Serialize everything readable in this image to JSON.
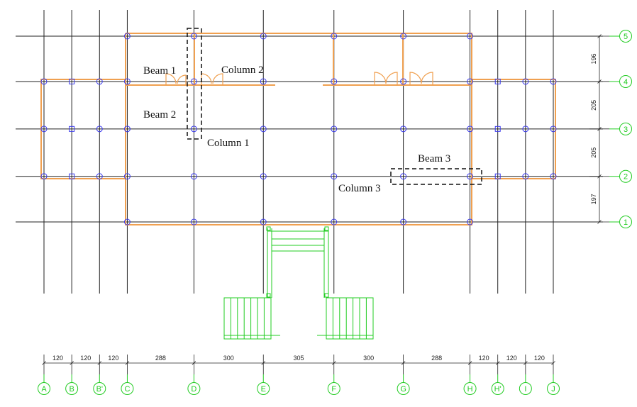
{
  "grid_x": [
    {
      "label": "A",
      "pos": 0
    },
    {
      "label": "B",
      "pos": 120
    },
    {
      "label": "B'",
      "pos": 240
    },
    {
      "label": "C",
      "pos": 360
    },
    {
      "label": "D",
      "pos": 648
    },
    {
      "label": "E",
      "pos": 948
    },
    {
      "label": "F",
      "pos": 1253
    },
    {
      "label": "G",
      "pos": 1553
    },
    {
      "label": "H",
      "pos": 1841
    },
    {
      "label": "H'",
      "pos": 1961
    },
    {
      "label": "I",
      "pos": 2081
    },
    {
      "label": "J",
      "pos": 2201
    }
  ],
  "grid_y": [
    {
      "label": "1",
      "pos": 0
    },
    {
      "label": "2",
      "pos": 197
    },
    {
      "label": "3",
      "pos": 402
    },
    {
      "label": "4",
      "pos": 607
    },
    {
      "label": "5",
      "pos": 803
    }
  ],
  "dims_x": [
    "120",
    "120",
    "120",
    "288",
    "300",
    "305",
    "300",
    "288",
    "120",
    "120",
    "120"
  ],
  "dims_y": [
    "197",
    "205",
    "205",
    "196"
  ],
  "annotations": {
    "beam1": "Beam 1",
    "beam2": "Beam 2",
    "beam3": "Beam 3",
    "column1": "Column 1",
    "column2": "Column 2",
    "column3": "Column 3"
  },
  "colors": {
    "grid": "#222222",
    "walls": "#f0a050",
    "columns": "#3a3aee",
    "stairs": "#22cc22",
    "axis_bubbles": "#22cc22"
  }
}
